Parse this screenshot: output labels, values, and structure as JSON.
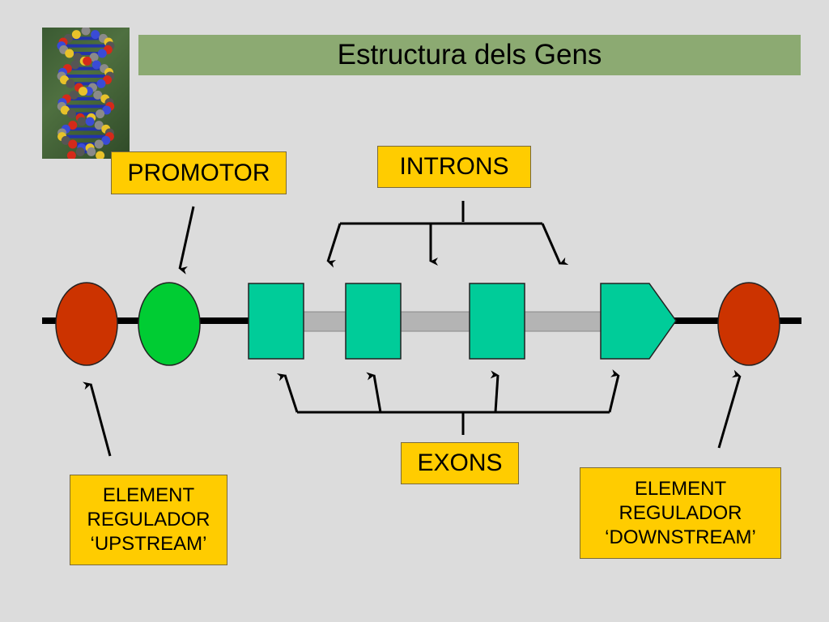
{
  "title": "Estructura dels Gens",
  "labels": {
    "promotor": "PROMOTOR",
    "introns": "INTRONS",
    "exons": "EXONS",
    "upstream": [
      "ELEMENT",
      "REGULADOR",
      "‘UPSTREAM’"
    ],
    "downstream": [
      "ELEMENT",
      "REGULADOR",
      "‘DOWNSTREAM’"
    ]
  },
  "colors": {
    "regulator_element": "#cc3300",
    "promoter_element": "#00cc33",
    "exon": "#00cc99",
    "intron": "#b4b4b4",
    "label_fill": "#ffcc00",
    "title_fill": "#8caa72"
  },
  "decorations": {
    "dna_image_icon": "dna-double-helix"
  }
}
